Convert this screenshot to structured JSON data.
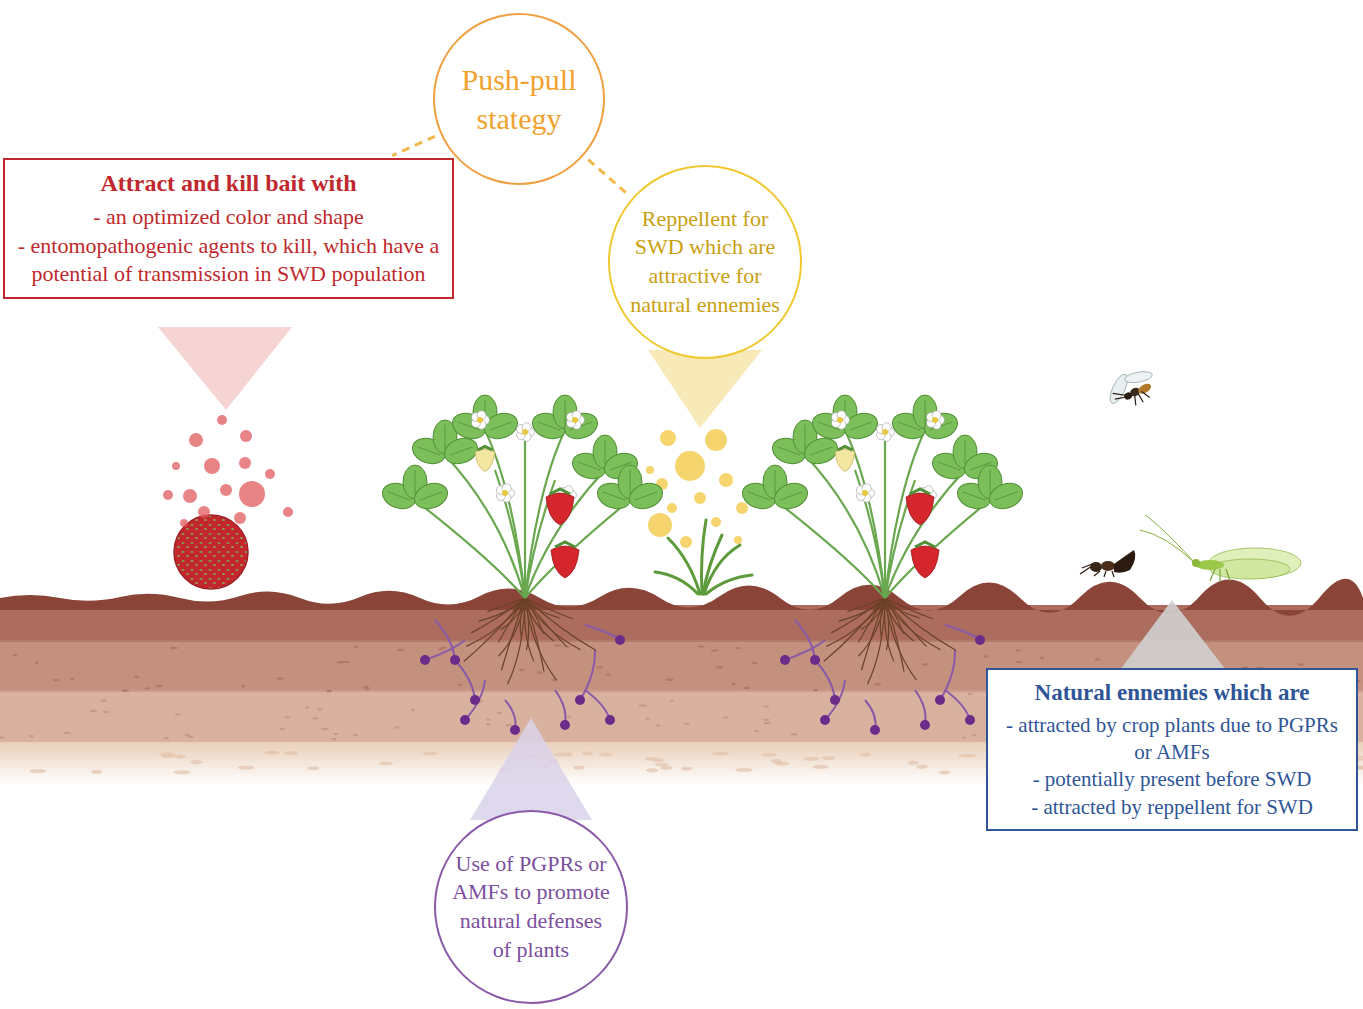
{
  "diagram": {
    "nodes": [
      {
        "text": [
          "Push-pull stategy"
        ]
      },
      {
        "text": [
          "Attract and kill bait with",
          "- an optimized color and shape",
          "- entomopathogenic agents to kill, which have a potential of transmission in SWD population"
        ]
      },
      {
        "text": [
          "Reppellent for SWD which are attractive for natural ennemies"
        ]
      },
      {
        "text": [
          "Use of PGPRs or AMFs to promote natural defenses of plants"
        ]
      },
      {
        "text": [
          "Natural ennemies which are",
          "- attracted by crop plants due to PGPRs or AMFs",
          "- potentially present before SWD",
          "- attracted by reppellent for SWD"
        ]
      }
    ],
    "edges": [
      {
        "from": 0,
        "to": 1,
        "arrow": "none"
      },
      {
        "from": 0,
        "to": 2,
        "arrow": "none"
      }
    ]
  }
}
